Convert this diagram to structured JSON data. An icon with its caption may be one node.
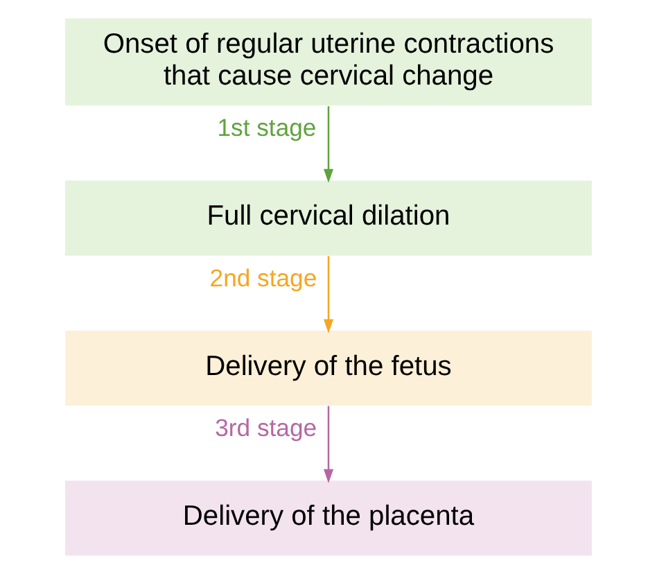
{
  "diagram": {
    "nodes": [
      {
        "text": [
          "Onset of regular uterine contractions that cause cervical change"
        ]
      },
      {
        "text": [
          "Full cervical dilation"
        ]
      },
      {
        "text": [
          "Delivery of the fetus"
        ]
      },
      {
        "text": [
          "Delivery of the placenta"
        ]
      }
    ],
    "edges": [
      {
        "from": 0,
        "to": 1,
        "arrow": "to",
        "label": "1st stage",
        "color": "#5fa33e"
      },
      {
        "from": 1,
        "to": 2,
        "arrow": "to",
        "label": "2nd stage",
        "color": "#f5a623"
      },
      {
        "from": 2,
        "to": 3,
        "arrow": "to",
        "label": "3rd stage",
        "color": "#b667a3"
      }
    ]
  }
}
